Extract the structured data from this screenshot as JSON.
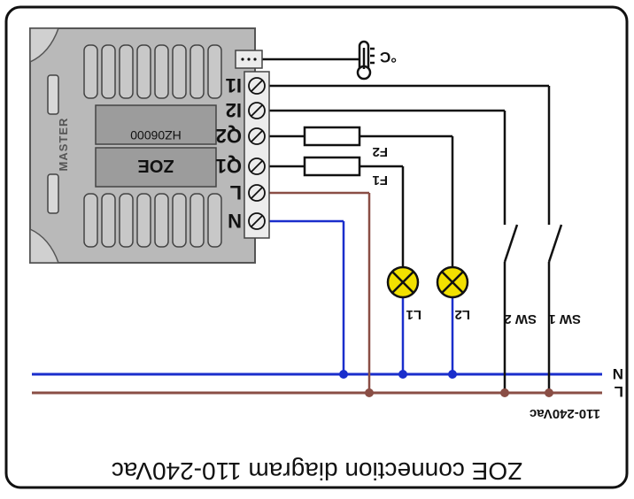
{
  "title": "ZOE connection diagram 110-240Vac",
  "device": {
    "brand": "MASTER",
    "model": "ZOE",
    "part_code": "HZ06000"
  },
  "terminals": [
    "I1",
    "I2",
    "Q2",
    "Q1",
    "L",
    "N"
  ],
  "sensor": {
    "label": "°C",
    "icon": "thermometer-icon"
  },
  "fuses": [
    "F2",
    "F1"
  ],
  "lamps": [
    "L1",
    "L2"
  ],
  "switches": [
    "SW 2",
    "SW 1"
  ],
  "mains": {
    "line_labels": [
      "N",
      "L"
    ],
    "voltage": "110-240Vac"
  },
  "colors": {
    "neutral": "#1a2ecc",
    "live": "#8a4e45",
    "signal": "#111111",
    "lamp": "#f2e000",
    "device_body": "#b9b9b9",
    "frame": "#111111"
  }
}
